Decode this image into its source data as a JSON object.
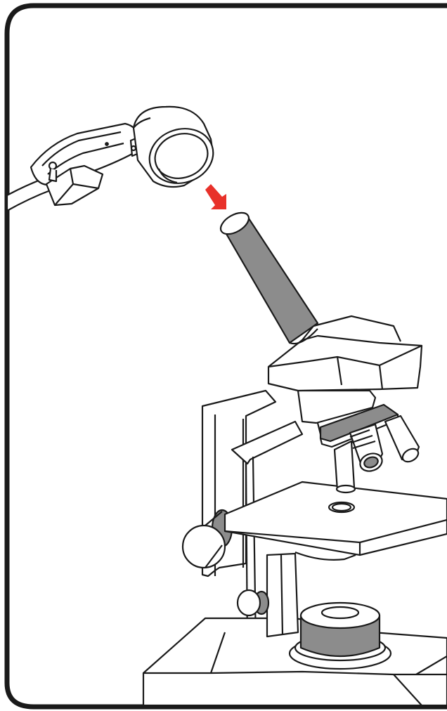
{
  "illustration": {
    "colors": {
      "stroke": "#1a1a1a",
      "fill": "#ffffff",
      "tube_gray": "#8c8c8c",
      "arrow_red": "#e8312a"
    },
    "icons": [
      "eyepiece-camera",
      "down-right-arrow",
      "microscope"
    ]
  }
}
